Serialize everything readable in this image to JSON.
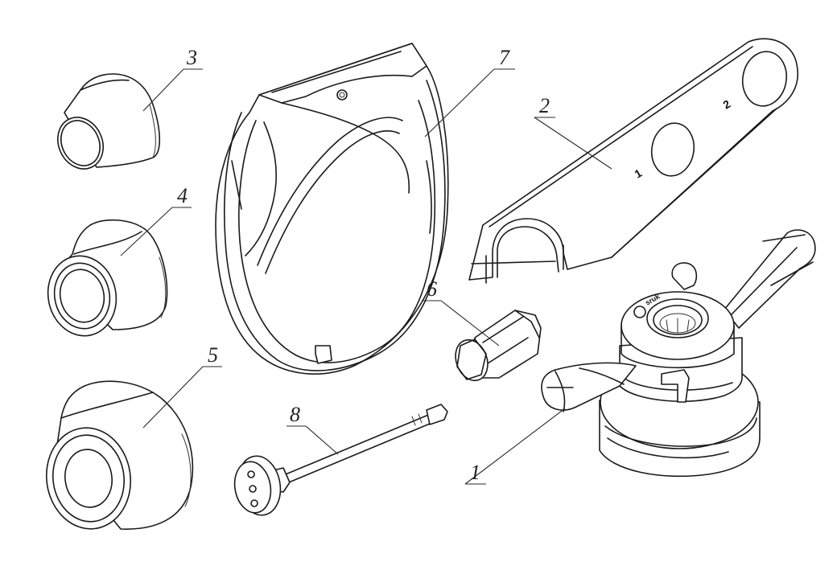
{
  "callouts": {
    "c1": "1",
    "c2": "2",
    "c3": "3",
    "c4": "4",
    "c5": "5",
    "c6": "6",
    "c7": "7",
    "c8": "8"
  },
  "wrench_marks": {
    "m1": "1",
    "m2": "2"
  },
  "nut_brand": "sruk",
  "parts": [
    {
      "callout": "1",
      "icon": "wing-nut-icon"
    },
    {
      "callout": "2",
      "icon": "spanner-plate-icon"
    },
    {
      "callout": "3",
      "icon": "cone-small-icon"
    },
    {
      "callout": "4",
      "icon": "cone-medium-icon"
    },
    {
      "callout": "5",
      "icon": "cone-large-icon"
    },
    {
      "callout": "6",
      "icon": "hex-spacer-icon"
    },
    {
      "callout": "7",
      "icon": "protective-cup-icon"
    },
    {
      "callout": "8",
      "icon": "threaded-shaft-icon"
    }
  ]
}
